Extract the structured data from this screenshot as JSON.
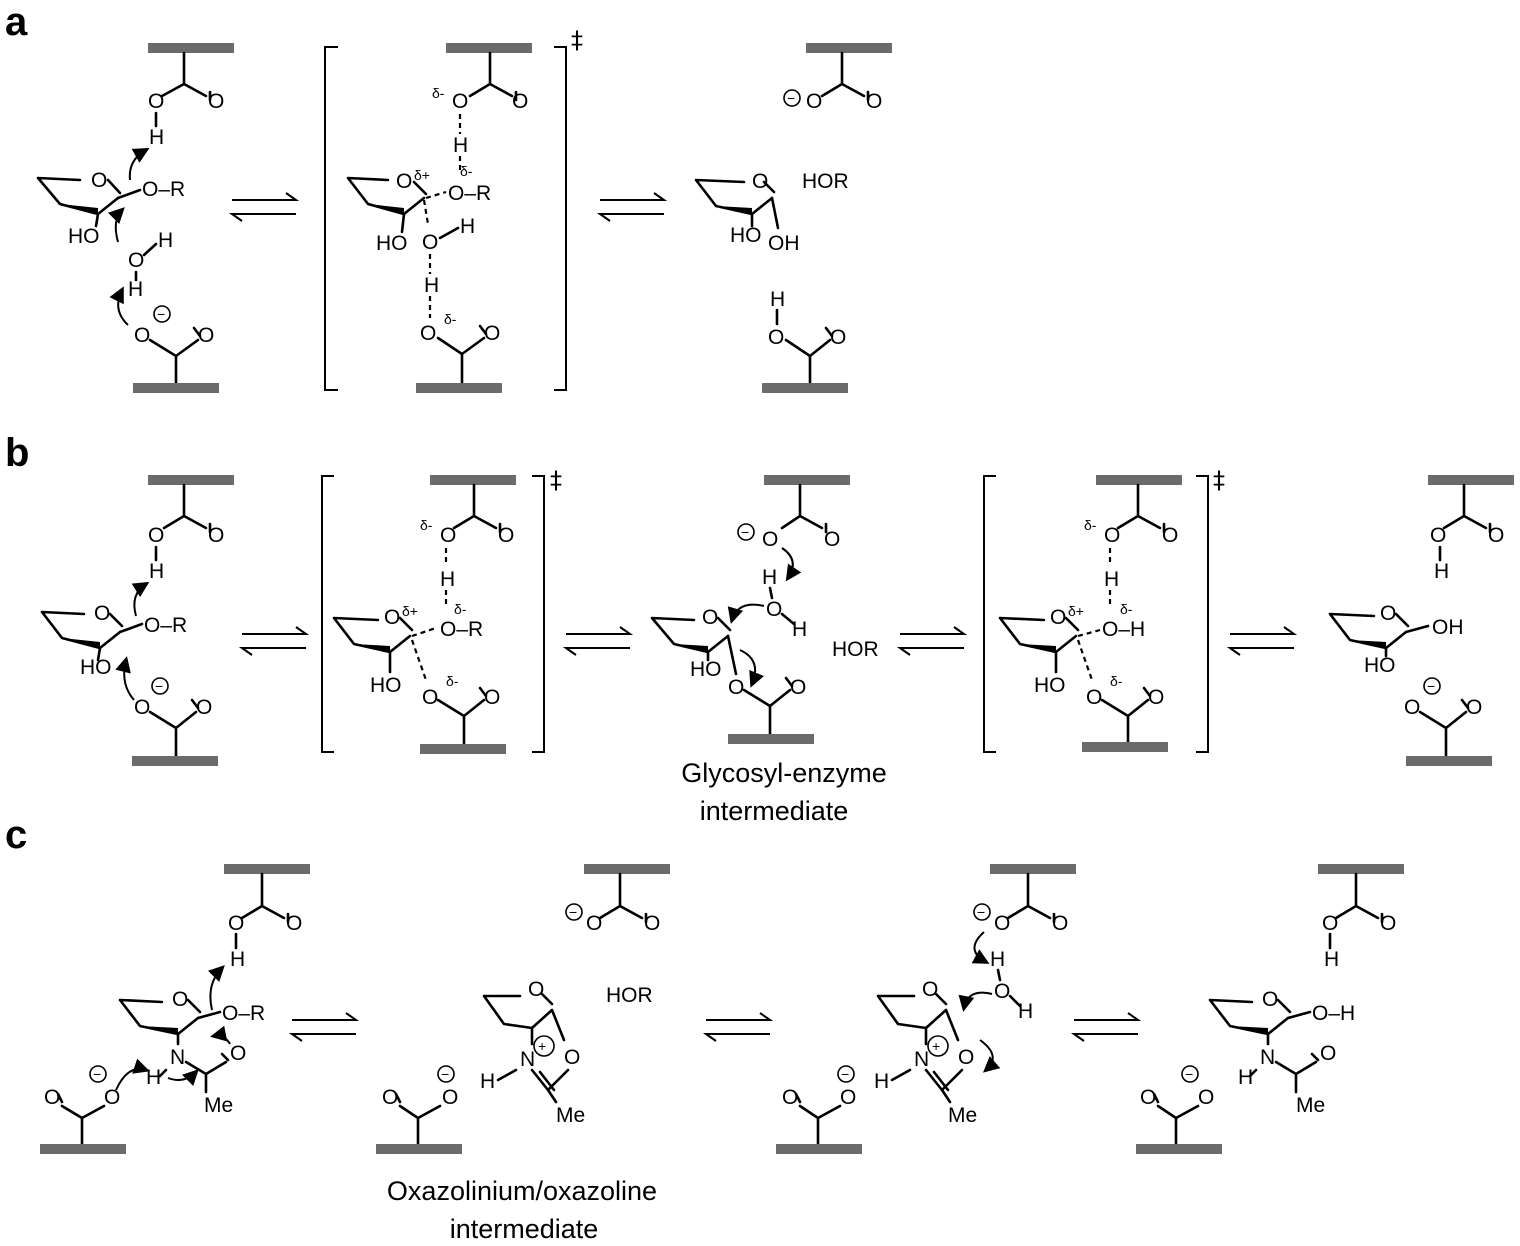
{
  "panels": {
    "a": "a",
    "b": "b",
    "c": "c"
  },
  "captions": {
    "glycosyl_line1": "Glycosyl-enzyme",
    "glycosyl_line2": "intermediate",
    "oxazolinium_line1": "Oxazolinium/oxazoline",
    "oxazolinium_line2": "intermediate"
  },
  "labels": {
    "HOR": "HOR",
    "double_dagger": "‡",
    "O_R": "O–R",
    "OH_H": "O–H",
    "HO": "HO",
    "OH": "OH",
    "O": "O",
    "H": "H",
    "N": "N",
    "Me": "Me",
    "delta_plus": "δ+",
    "delta_minus": "δ-",
    "minus": "−",
    "plus": "+"
  },
  "colors": {
    "enzyme_plate": "#6b6b6b",
    "ink": "#000000"
  }
}
